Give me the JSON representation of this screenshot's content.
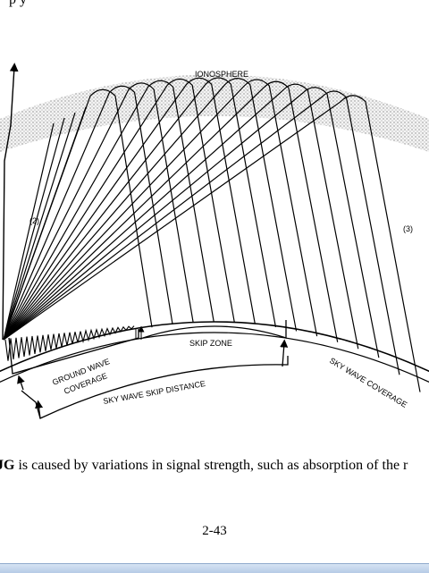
{
  "page": {
    "top_fragment": "p               y",
    "body_prefix": "JG",
    "body_text": " is caused by variations in signal strength, such as absorption of the r",
    "page_number": "2-43"
  },
  "diagram": {
    "labels": {
      "ionosphere": "IONOSPHERE",
      "ray_2": "(2)",
      "ray_3": "(3)",
      "skip_zone": "SKIP ZONE",
      "ground_wave_coverage_1": "GROUND WAVE",
      "ground_wave_coverage_2": "COVERAGE",
      "sky_wave_skip_distance": "SKY WAVE SKIP DISTANCE",
      "sky_wave_coverage": "SKY WAVE COVERAGE"
    }
  }
}
